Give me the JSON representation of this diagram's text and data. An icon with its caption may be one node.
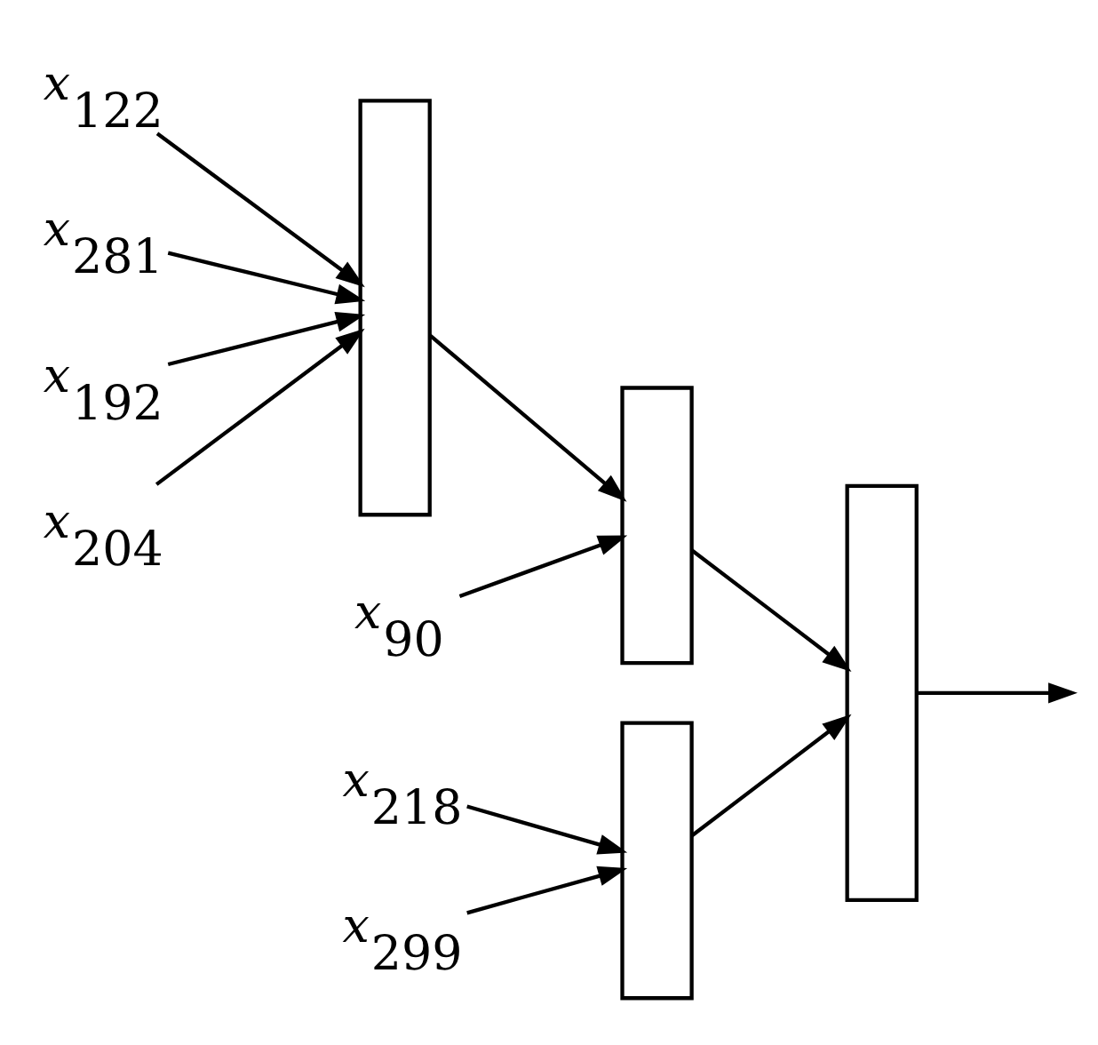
{
  "diagram": {
    "nodes": [
      {
        "text": [
          "x$_{122}$"
        ]
      },
      {
        "text": [
          "x$_{281}$"
        ]
      },
      {
        "text": [
          "x$_{192}$"
        ]
      },
      {
        "text": [
          "x$_{204}$"
        ]
      },
      {
        "text": [
          "x$_{90}$"
        ]
      },
      {
        "text": [
          "x$_{218}$"
        ]
      },
      {
        "text": [
          "x$_{299}$"
        ]
      },
      {
        "text": [],
        "shape": "box"
      },
      {
        "text": [],
        "shape": "box"
      },
      {
        "text": [],
        "shape": "box"
      },
      {
        "text": [],
        "shape": "box"
      }
    ],
    "edges": [
      {
        "from": 0,
        "to": 7,
        "arrow": "to"
      },
      {
        "from": 1,
        "to": 7,
        "arrow": "to"
      },
      {
        "from": 2,
        "to": 7,
        "arrow": "to"
      },
      {
        "from": 3,
        "to": 7,
        "arrow": "to"
      },
      {
        "from": 7,
        "to": 8,
        "arrow": "to"
      },
      {
        "from": 4,
        "to": 8,
        "arrow": "to"
      },
      {
        "from": 8,
        "to": 10,
        "arrow": "to"
      },
      {
        "from": 5,
        "to": 9,
        "arrow": "to"
      },
      {
        "from": 6,
        "to": 9,
        "arrow": "to"
      },
      {
        "from": 9,
        "to": 10,
        "arrow": "to"
      },
      {
        "from": 10,
        "to": null,
        "arrow": "to"
      }
    ]
  }
}
